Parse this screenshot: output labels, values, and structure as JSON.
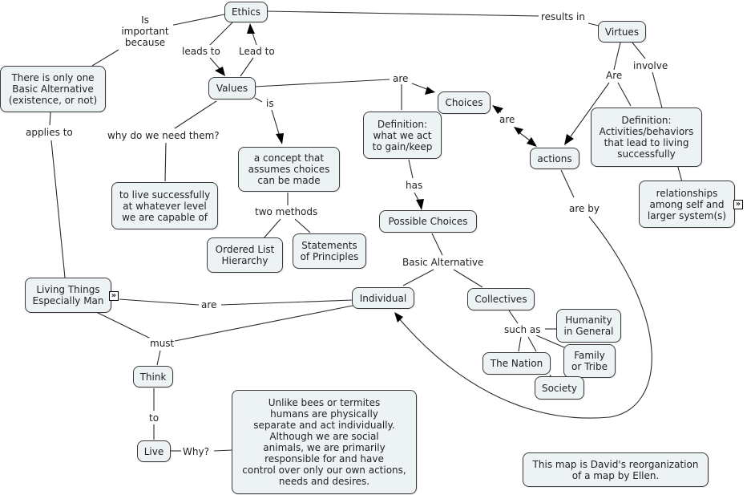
{
  "concepts": {
    "ethics": "Ethics",
    "values": "Values",
    "virtues": "Virtues",
    "basic_alt": "There is only one\nBasic Alternative\n(existence, or not)",
    "choices": "Choices",
    "def_gain": "Definition:\nwhat we act\nto gain/keep",
    "actions": "actions",
    "def_activities": "Definition:\nActivities/behaviors\nthat lead to living\nsuccessfully",
    "relationships": "relationships\namong self and\nlarger system(s)",
    "live_successfully": "to live successfully\nat whatever level\nwe are capable of",
    "concept_choices": "a concept that\nassumes choices\ncan be made",
    "possible_choices": "Possible Choices",
    "ordered_list": "Ordered List\nHierarchy",
    "statements": "Statements\nof Principles",
    "living_things": "Living Things\nEspecially Man",
    "individual": "Individual",
    "collectives": "Collectives",
    "humanity": "Humanity\nin General",
    "family": "Family\nor Tribe",
    "nation": "The Nation",
    "society": "Society",
    "think": "Think",
    "live": "Live",
    "unlike_bees": "Unlike bees or termites\nhumans are physically\nseparate and act individually.\nAlthough we are social\nanimals, we are primarily\nresponsible for and have\ncontrol over only our own actions,\nneeds and desires.",
    "note": "This map is David's reorganization\nof a map by Ellen."
  },
  "links": {
    "is_important": "Is\nimportant\nbecause",
    "leads_to": "leads to",
    "lead_to": "Lead to",
    "results_in": "results in",
    "are_choices": "are",
    "is": "is",
    "why_need": "why do we need them?",
    "applies_to": "applies to",
    "are_actions": "are",
    "are_virtues": "Are",
    "involve": "involve",
    "has": "has",
    "two_methods": "two methods",
    "are_by": "are by",
    "basic_alternative": "Basic Alternative",
    "are_individual": "are",
    "such_as": "such as",
    "must": "must",
    "to": "to",
    "why": "Why?"
  },
  "expand_icon": "»"
}
